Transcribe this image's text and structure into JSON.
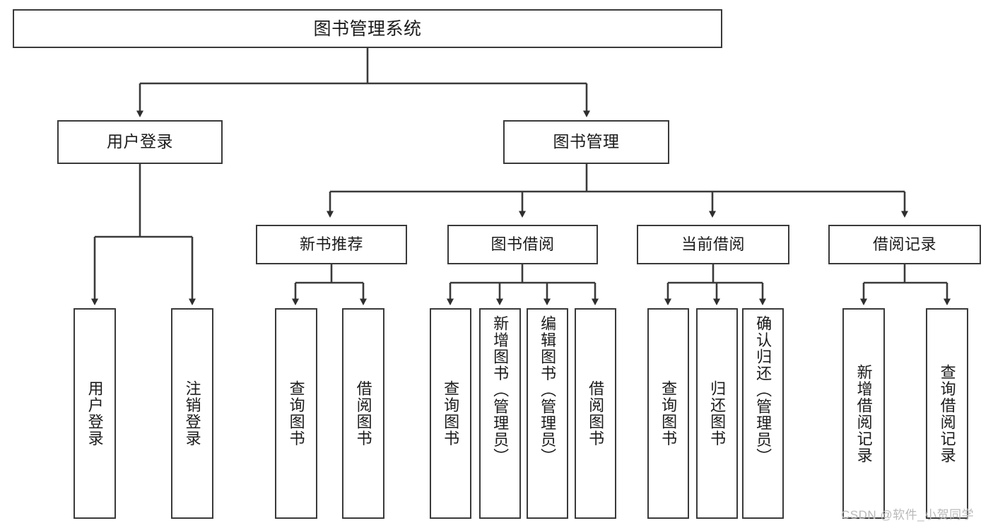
{
  "diagram": {
    "title": "图书管理系统",
    "type": "hierarchy-tree",
    "root": {
      "id": "root",
      "label": "图书管理系统"
    },
    "level1": [
      {
        "id": "user-login",
        "label": "用户登录"
      },
      {
        "id": "book-manage",
        "label": "图书管理"
      }
    ],
    "level2": [
      {
        "id": "new-book-rec",
        "label": "新书推荐"
      },
      {
        "id": "book-borrow",
        "label": "图书借阅"
      },
      {
        "id": "current-borrow",
        "label": "当前借阅"
      },
      {
        "id": "borrow-record",
        "label": "借阅记录"
      }
    ],
    "leaves": {
      "user_login": [
        {
          "id": "leaf-user-login",
          "label": "用户登录"
        },
        {
          "id": "leaf-logout",
          "label": "注销登录"
        }
      ],
      "new_book_rec": [
        {
          "id": "leaf-query-book-1",
          "label": "查询图书"
        },
        {
          "id": "leaf-borrow-book-1",
          "label": "借阅图书"
        }
      ],
      "book_borrow": [
        {
          "id": "leaf-query-book-2",
          "label": "查询图书"
        },
        {
          "id": "leaf-add-book",
          "label": "新增图书（管理员）"
        },
        {
          "id": "leaf-edit-book",
          "label": "编辑图书（管理员）"
        },
        {
          "id": "leaf-borrow-book-2",
          "label": "借阅图书"
        }
      ],
      "current_borrow": [
        {
          "id": "leaf-query-book-3",
          "label": "查询图书"
        },
        {
          "id": "leaf-return-book",
          "label": "归还图书"
        },
        {
          "id": "leaf-confirm-return",
          "label": "确认归还（管理员）"
        }
      ],
      "borrow_record": [
        {
          "id": "leaf-add-record",
          "label": "新增借阅记录"
        },
        {
          "id": "leaf-query-record",
          "label": "查询借阅记录"
        }
      ]
    },
    "colors": {
      "stroke": "#3a3a3a",
      "fill": "#ffffff",
      "text": "#1b1b1b",
      "watermark": "#b9b9b9"
    }
  },
  "watermark": {
    "text": "CSDN @软件_小贺同学"
  }
}
